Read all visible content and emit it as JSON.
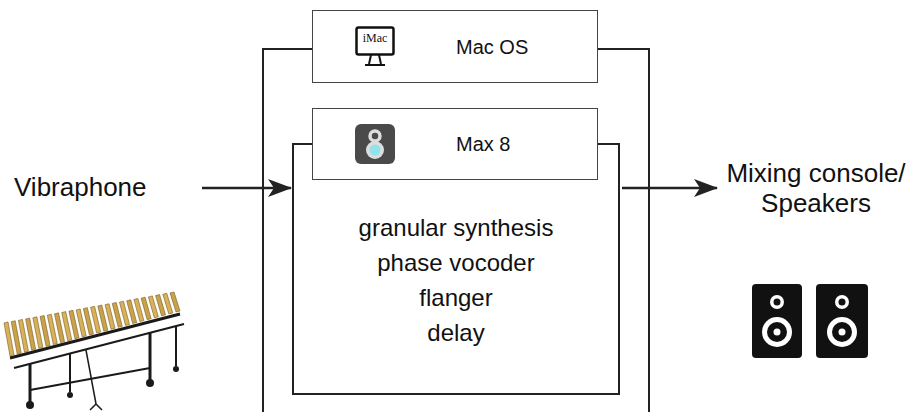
{
  "diagram": {
    "nodes": [
      {
        "text": [
          "Mac OS"
        ]
      },
      {
        "text": [
          "Max 8",
          "granular synthesis",
          "phase vocoder",
          "flanger",
          "delay"
        ],
        "in": 0
      },
      {
        "text": [
          "Vibraphone"
        ]
      },
      {
        "text": [
          "Mixing console/ Speakers"
        ]
      }
    ],
    "edges": [
      {
        "from": 2,
        "to": 1,
        "arrow": "to"
      },
      {
        "from": 1,
        "to": 3,
        "arrow": "to"
      }
    ],
    "labels": [
      "iMac"
    ]
  }
}
